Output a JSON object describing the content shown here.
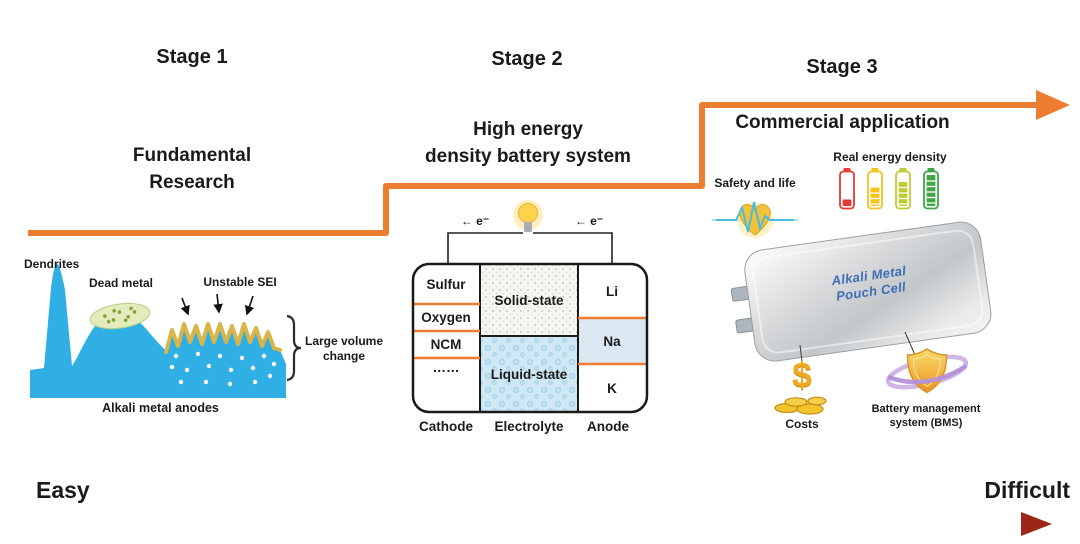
{
  "colors": {
    "stair_orange": "#ED7D31",
    "anode_blue": "#2FAFE4",
    "sei_gold": "#D9B44A",
    "pouch_text_blue": "#3E6EB5",
    "gold": "#F1A81E",
    "difficulty_light": "#F9E0D4",
    "difficulty_dark": "#9E2617"
  },
  "icons": {
    "light_bulb": "glowing-light-bulb",
    "heart_ecg": "gold-heart-with-ecg-line",
    "battery_levels": [
      "red-low",
      "yellow-mid",
      "yellow-green-high",
      "green-full"
    ],
    "dollar": "$",
    "coins": "gold-coin-pile",
    "shield_ring": "gold-shield-with-purple-ring",
    "pouch_cell": "silver-pouch-cell"
  },
  "stage1": {
    "label": "Stage 1",
    "title": [
      "Fundamental",
      "Research"
    ],
    "dendrites": "Dendrites",
    "dead_metal": "Dead metal",
    "unstable_sei": "Unstable SEI",
    "large_volume": [
      "Large volume",
      "change"
    ],
    "caption": "Alkali metal anodes"
  },
  "stage2": {
    "label": "Stage 2",
    "title": [
      "High energy",
      "density battery system"
    ],
    "electron_left": "← e⁻",
    "electron_right": "← e⁻",
    "cathode_items": [
      "Sulfur",
      "Oxygen",
      "NCM",
      "……"
    ],
    "electrolyte_items": [
      "Solid-state",
      "Liquid-state"
    ],
    "anode_items": [
      "Li",
      "Na",
      "K"
    ],
    "column_labels": [
      "Cathode",
      "Electrolyte",
      "Anode"
    ]
  },
  "stage3": {
    "label": "Stage 3",
    "title": "Commercial application",
    "safety": "Safety and life",
    "energy": "Real energy density",
    "pouch": [
      "Alkali Metal",
      "Pouch Cell"
    ],
    "cost_symbol": "$",
    "costs": "Costs",
    "bms": [
      "Battery management",
      "system (BMS)"
    ]
  },
  "difficulty": {
    "easy": "Easy",
    "difficult": "Difficult"
  }
}
